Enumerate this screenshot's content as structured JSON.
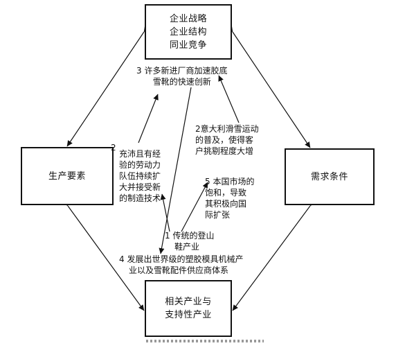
{
  "boxes": {
    "strategy": {
      "lines": [
        "企业战略",
        "企业结构",
        "同业竞争"
      ]
    },
    "factor": {
      "lines": [
        "生产要素"
      ]
    },
    "demand": {
      "lines": [
        "需求条件"
      ]
    },
    "related": {
      "lines": [
        "相关产业与",
        "支持性产业"
      ]
    }
  },
  "notes": {
    "n3": {
      "lines": [
        "3 许多新进厂商加速胶底",
        "雪靴的快速创新"
      ]
    },
    "n2a": {
      "number": "2",
      "lines": [
        "充沛且有经",
        "验的劳动力",
        "队伍持续扩",
        "大并接受新",
        "的制造技术"
      ]
    },
    "n2b": {
      "lines": [
        "2意大利滑雪运动",
        "的普及，使得客",
        "户挑剔程度大增"
      ]
    },
    "n5": {
      "lines": [
        "5 本国市场的",
        "饱和，导致",
        "其积极向国",
        "际扩张"
      ]
    },
    "n1": {
      "lines": [
        "1 传统的登山",
        "鞋产业"
      ]
    },
    "n4": {
      "lines": [
        "4 发展出世界级的塑胶模具机械产",
        "业以及雪靴配件供应商体系"
      ]
    }
  },
  "colors": {
    "line": "#111111",
    "background": "#ffffff"
  }
}
